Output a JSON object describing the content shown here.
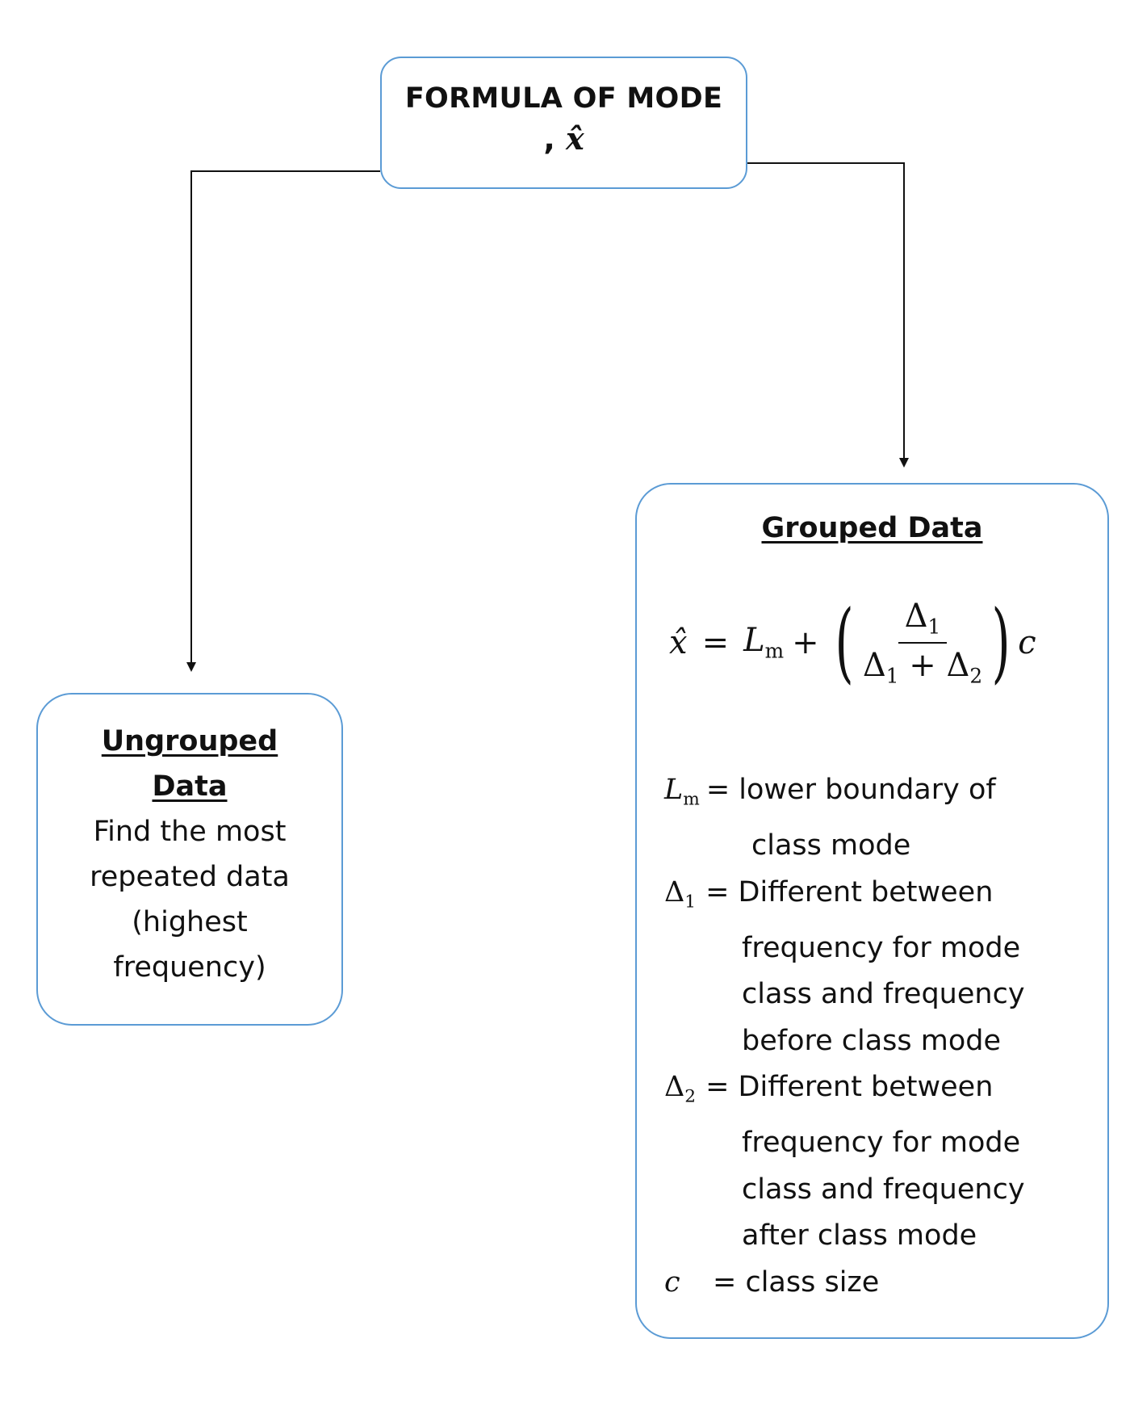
{
  "root": {
    "title": "FORMULA OF MODE",
    "symbol_prefix": ",",
    "symbol": "x̂"
  },
  "ungrouped": {
    "heading_line1": "Ungrouped",
    "heading_line2": "Data",
    "body_lines": [
      "Find the most",
      "repeated data",
      "(highest",
      "frequency)"
    ]
  },
  "grouped": {
    "heading": "Grouped Data",
    "formula": {
      "lhs": "x̂",
      "equals": "=",
      "L": "L",
      "L_sub": "m",
      "plus": "+",
      "num_delta": "Δ",
      "num_sub": "1",
      "den_delta1": "Δ",
      "den_sub1": "1",
      "den_plus": "+",
      "den_delta2": "Δ",
      "den_sub2": "2",
      "c": "c"
    },
    "definitions": {
      "lm": {
        "sym": "L",
        "sub": "m",
        "line1": "= lower boundary of",
        "line2": "class mode"
      },
      "d1": {
        "sym": "Δ",
        "sub": "1",
        "line1": "= Different between",
        "line2": "frequency for mode",
        "line3": "class and frequency",
        "line4": "before class mode"
      },
      "d2": {
        "sym": "Δ",
        "sub": "2",
        "line1": "= Different between",
        "line2": "frequency for mode",
        "line3": "class and frequency",
        "line4": "after class mode"
      },
      "c": {
        "sym": "c",
        "line1": "= class size"
      }
    }
  },
  "colors": {
    "box_border": "#5b9bd5",
    "connector": "#111111"
  }
}
